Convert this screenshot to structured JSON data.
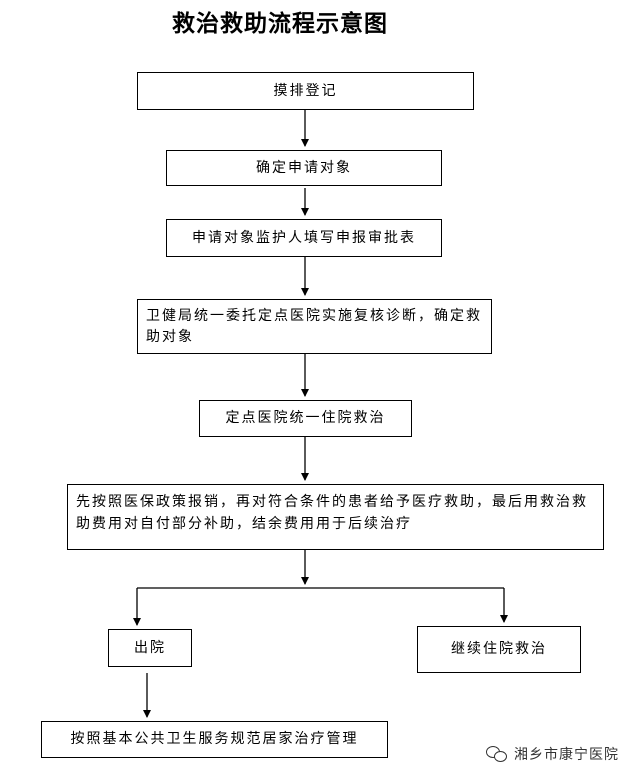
{
  "title": "救治救助流程示意图",
  "steps": {
    "s1": "摸排登记",
    "s2": "确定申请对象",
    "s3": "申请对象监护人填写申报审批表",
    "s4": "卫健局统一委托定点医院实施复核诊断，确定救助对象",
    "s5": "定点医院统一住院救治",
    "s6": "先按照医保政策报销，再对符合条件的患者给予医疗救助，最后用救治救助费用对自付部分补助，结余费用用于后续治疗",
    "s7a": "出院",
    "s7b": "继续住院救治",
    "s8": "按照基本公共卫生服务规范居家治疗管理"
  },
  "watermark": {
    "icon": "wechat-icon",
    "text": "湘乡市康宁医院"
  }
}
